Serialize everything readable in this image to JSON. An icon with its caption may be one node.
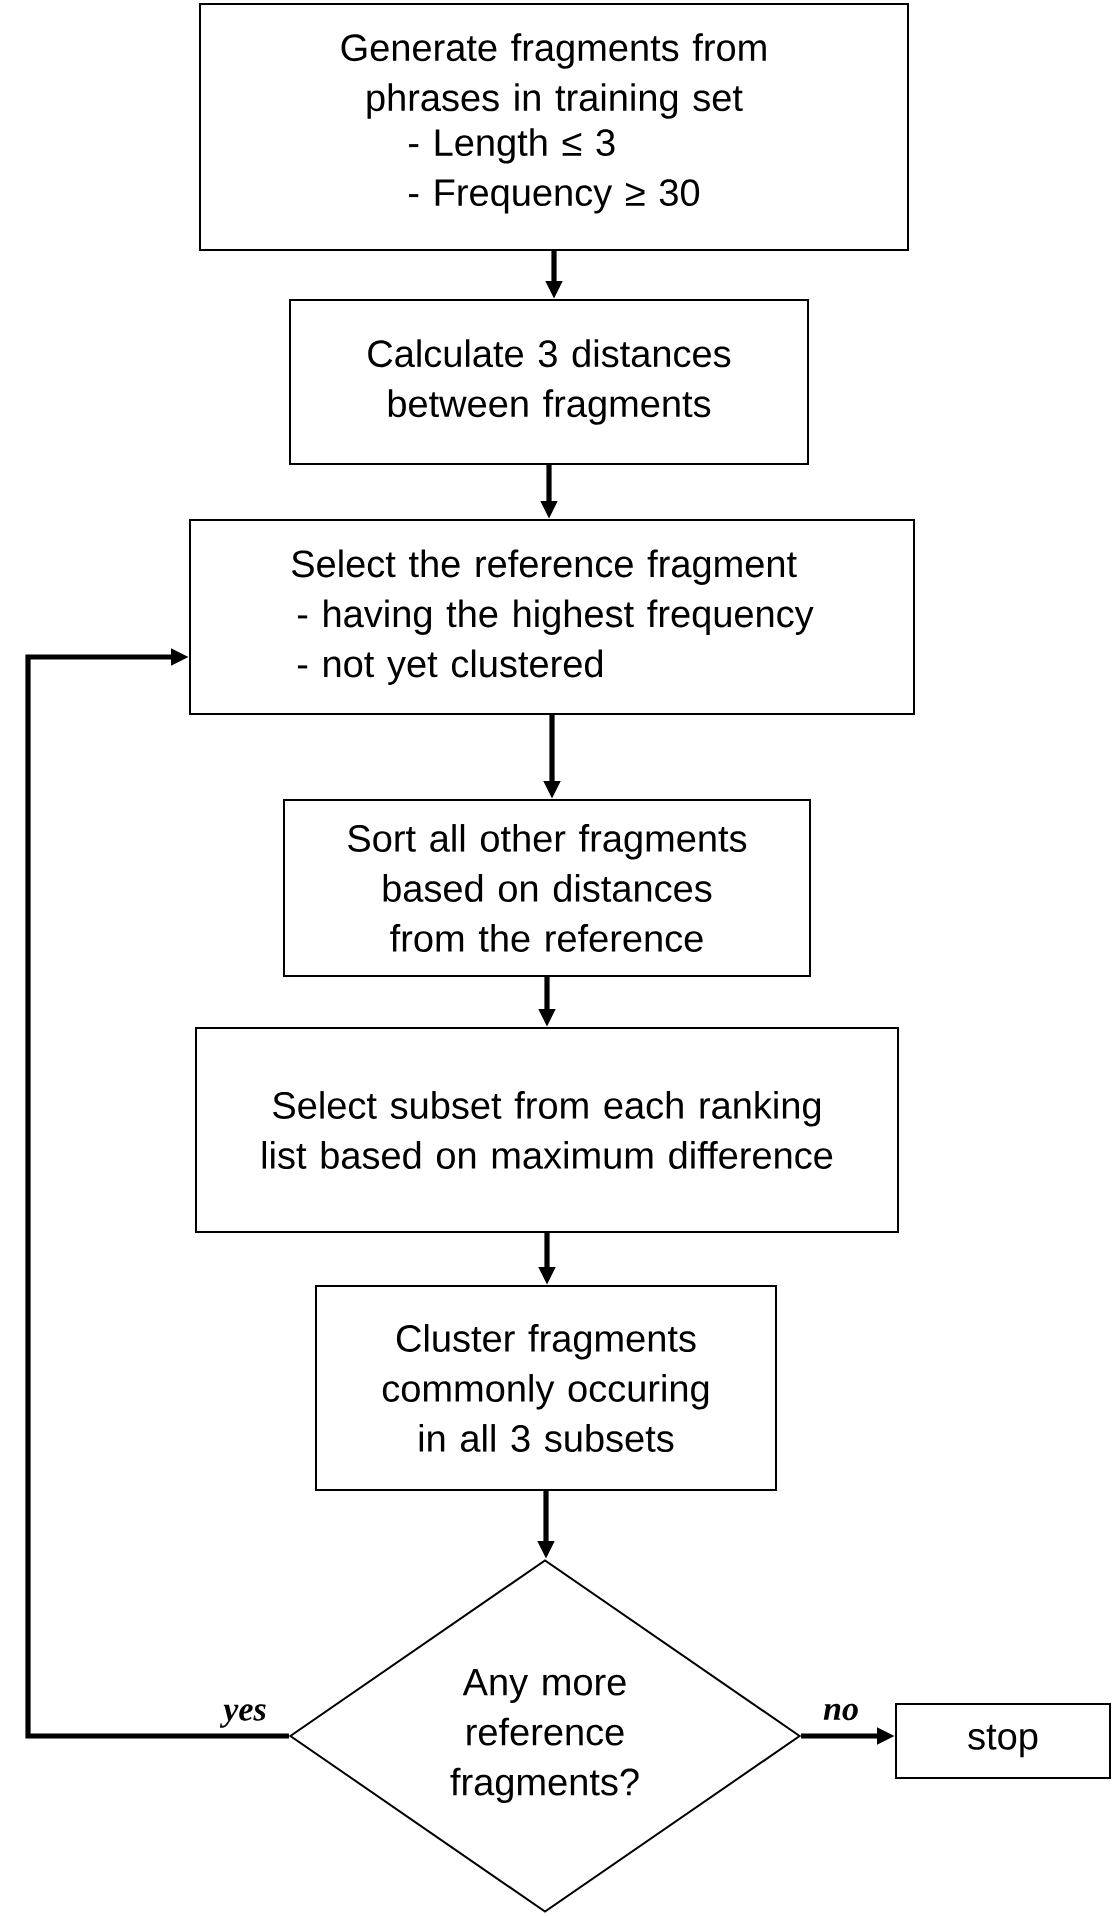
{
  "diagram": {
    "nodes": [
      {
        "text": [
          "Generate fragments from phrases in training set",
          "- Length ≤ 3",
          "- Frequency ≥ 30"
        ]
      },
      {
        "text": [
          "Calculate 3 distances between fragments"
        ]
      },
      {
        "text": [
          "Select the reference fragment",
          "- having the highest frequency",
          "- not yet clustered"
        ]
      },
      {
        "text": [
          "Sort all other fragments based on distances from the reference"
        ]
      },
      {
        "text": [
          "Select subset from each ranking list based on maximum difference"
        ]
      },
      {
        "text": [
          "Cluster fragments commonly occuring in all 3 subsets"
        ]
      },
      {
        "text": [
          "Any more reference fragments?"
        ]
      },
      {
        "text": [
          "stop"
        ]
      }
    ],
    "edges": [
      {
        "from": 0,
        "to": 1,
        "arrow": "to"
      },
      {
        "from": 1,
        "to": 2,
        "arrow": "to"
      },
      {
        "from": 2,
        "to": 3,
        "arrow": "to"
      },
      {
        "from": 3,
        "to": 4,
        "arrow": "to"
      },
      {
        "from": 4,
        "to": 5,
        "arrow": "to"
      },
      {
        "from": 5,
        "to": 6,
        "arrow": "to"
      },
      {
        "from": 6,
        "to": 2,
        "arrow": "to",
        "label": "yes"
      },
      {
        "from": 6,
        "to": 7,
        "arrow": "to",
        "label": "no"
      }
    ]
  }
}
